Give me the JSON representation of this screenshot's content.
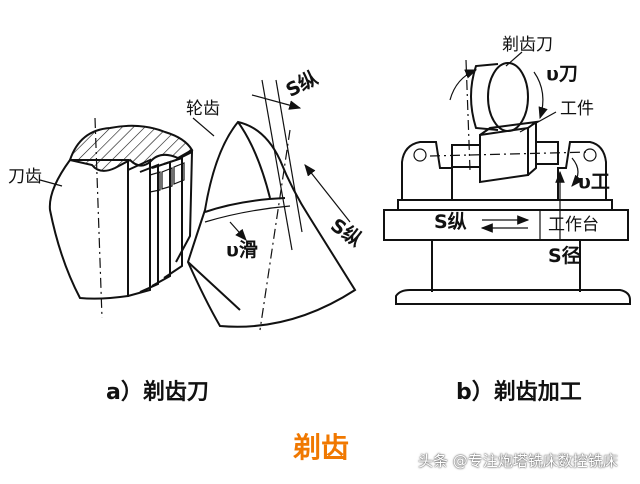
{
  "left_diagram": {
    "labels": {
      "cutter_tooth": "刀齿",
      "wheel_tooth": "轮齿",
      "s_longitudinal_top": "S纵",
      "s_longitudinal_side": "S纵",
      "v_slide": "υ滑"
    },
    "caption": "a）剃齿刀"
  },
  "right_diagram": {
    "labels": {
      "shaving_cutter": "剃齿刀",
      "v_cutter": "υ刀",
      "workpiece": "工件",
      "v_workpiece": "υ工",
      "s_longitudinal": "S纵",
      "worktable": "工作台",
      "s_radial": "S径"
    },
    "caption": "b）剃齿加工"
  },
  "title": "剃齿",
  "watermark": "头条 @专注炮塔铣床数控铣床",
  "colors": {
    "title": "#f07800",
    "line": "#111111",
    "background": "#ffffff"
  }
}
